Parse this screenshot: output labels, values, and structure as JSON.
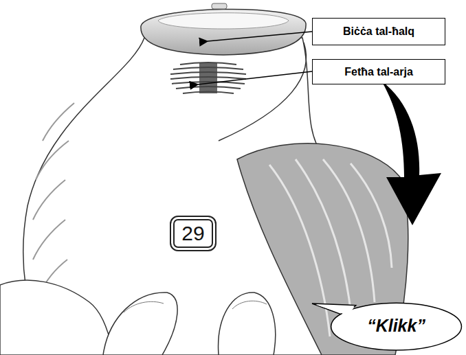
{
  "diagram": {
    "nodes": [
      {
        "text": [
          "Biċċa tal-ħalq"
        ]
      },
      {
        "text": [
          "Fetħa tal-arja"
        ]
      },
      {
        "text": [
          "29"
        ]
      },
      {
        "text": [
          "“Klikk”"
        ]
      }
    ]
  }
}
